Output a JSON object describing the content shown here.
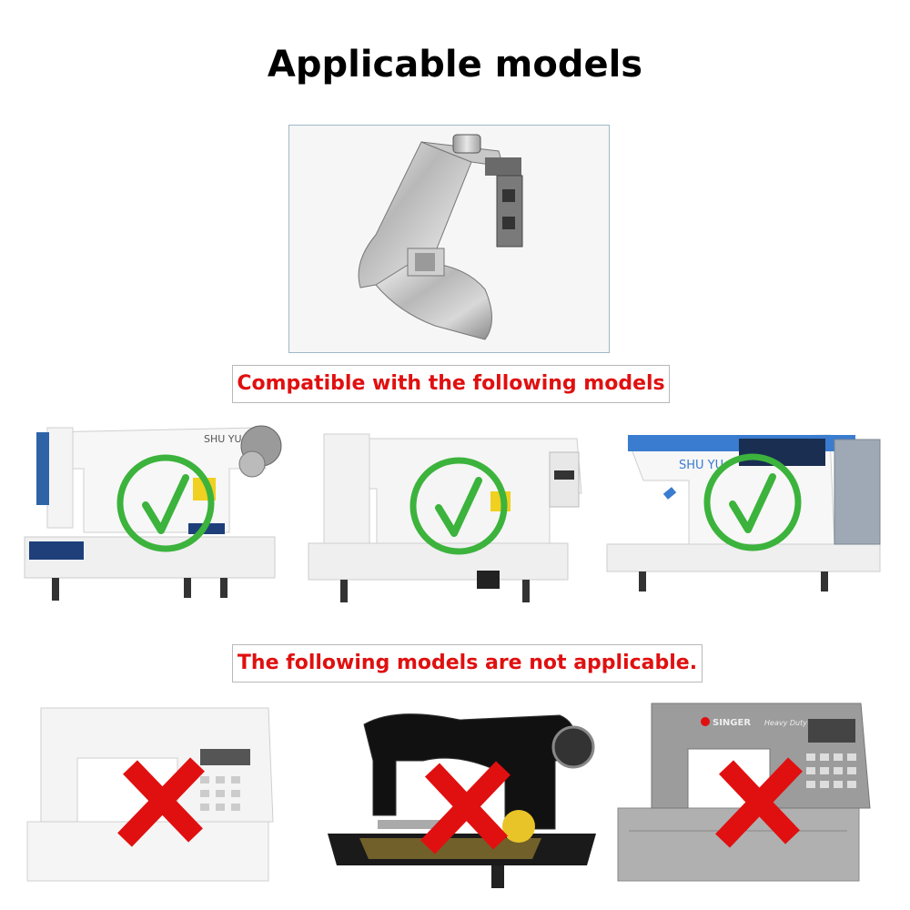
{
  "heading": "Applicable models",
  "compatible_label": "Compatible with the following models",
  "not_applicable_label": "The following models are not applicable.",
  "compatible_machines": [
    {
      "brand_text": "SHU YU",
      "mark": "check"
    },
    {
      "brand_text": "",
      "mark": "check"
    },
    {
      "brand_text": "SHU YU",
      "mark": "check"
    }
  ],
  "incompatible_machines": [
    {
      "brand_text": "",
      "mark": "x"
    },
    {
      "brand_text": "",
      "mark": "x"
    },
    {
      "brand_text": "SINGER",
      "sub_text": "Heavy Duty",
      "mark": "x"
    }
  ],
  "colors": {
    "check_green": "#3cb33c",
    "cross_red": "#e01010",
    "label_red": "#e01010"
  },
  "icons": {
    "check": "check-circle-icon",
    "cross": "cross-icon"
  }
}
